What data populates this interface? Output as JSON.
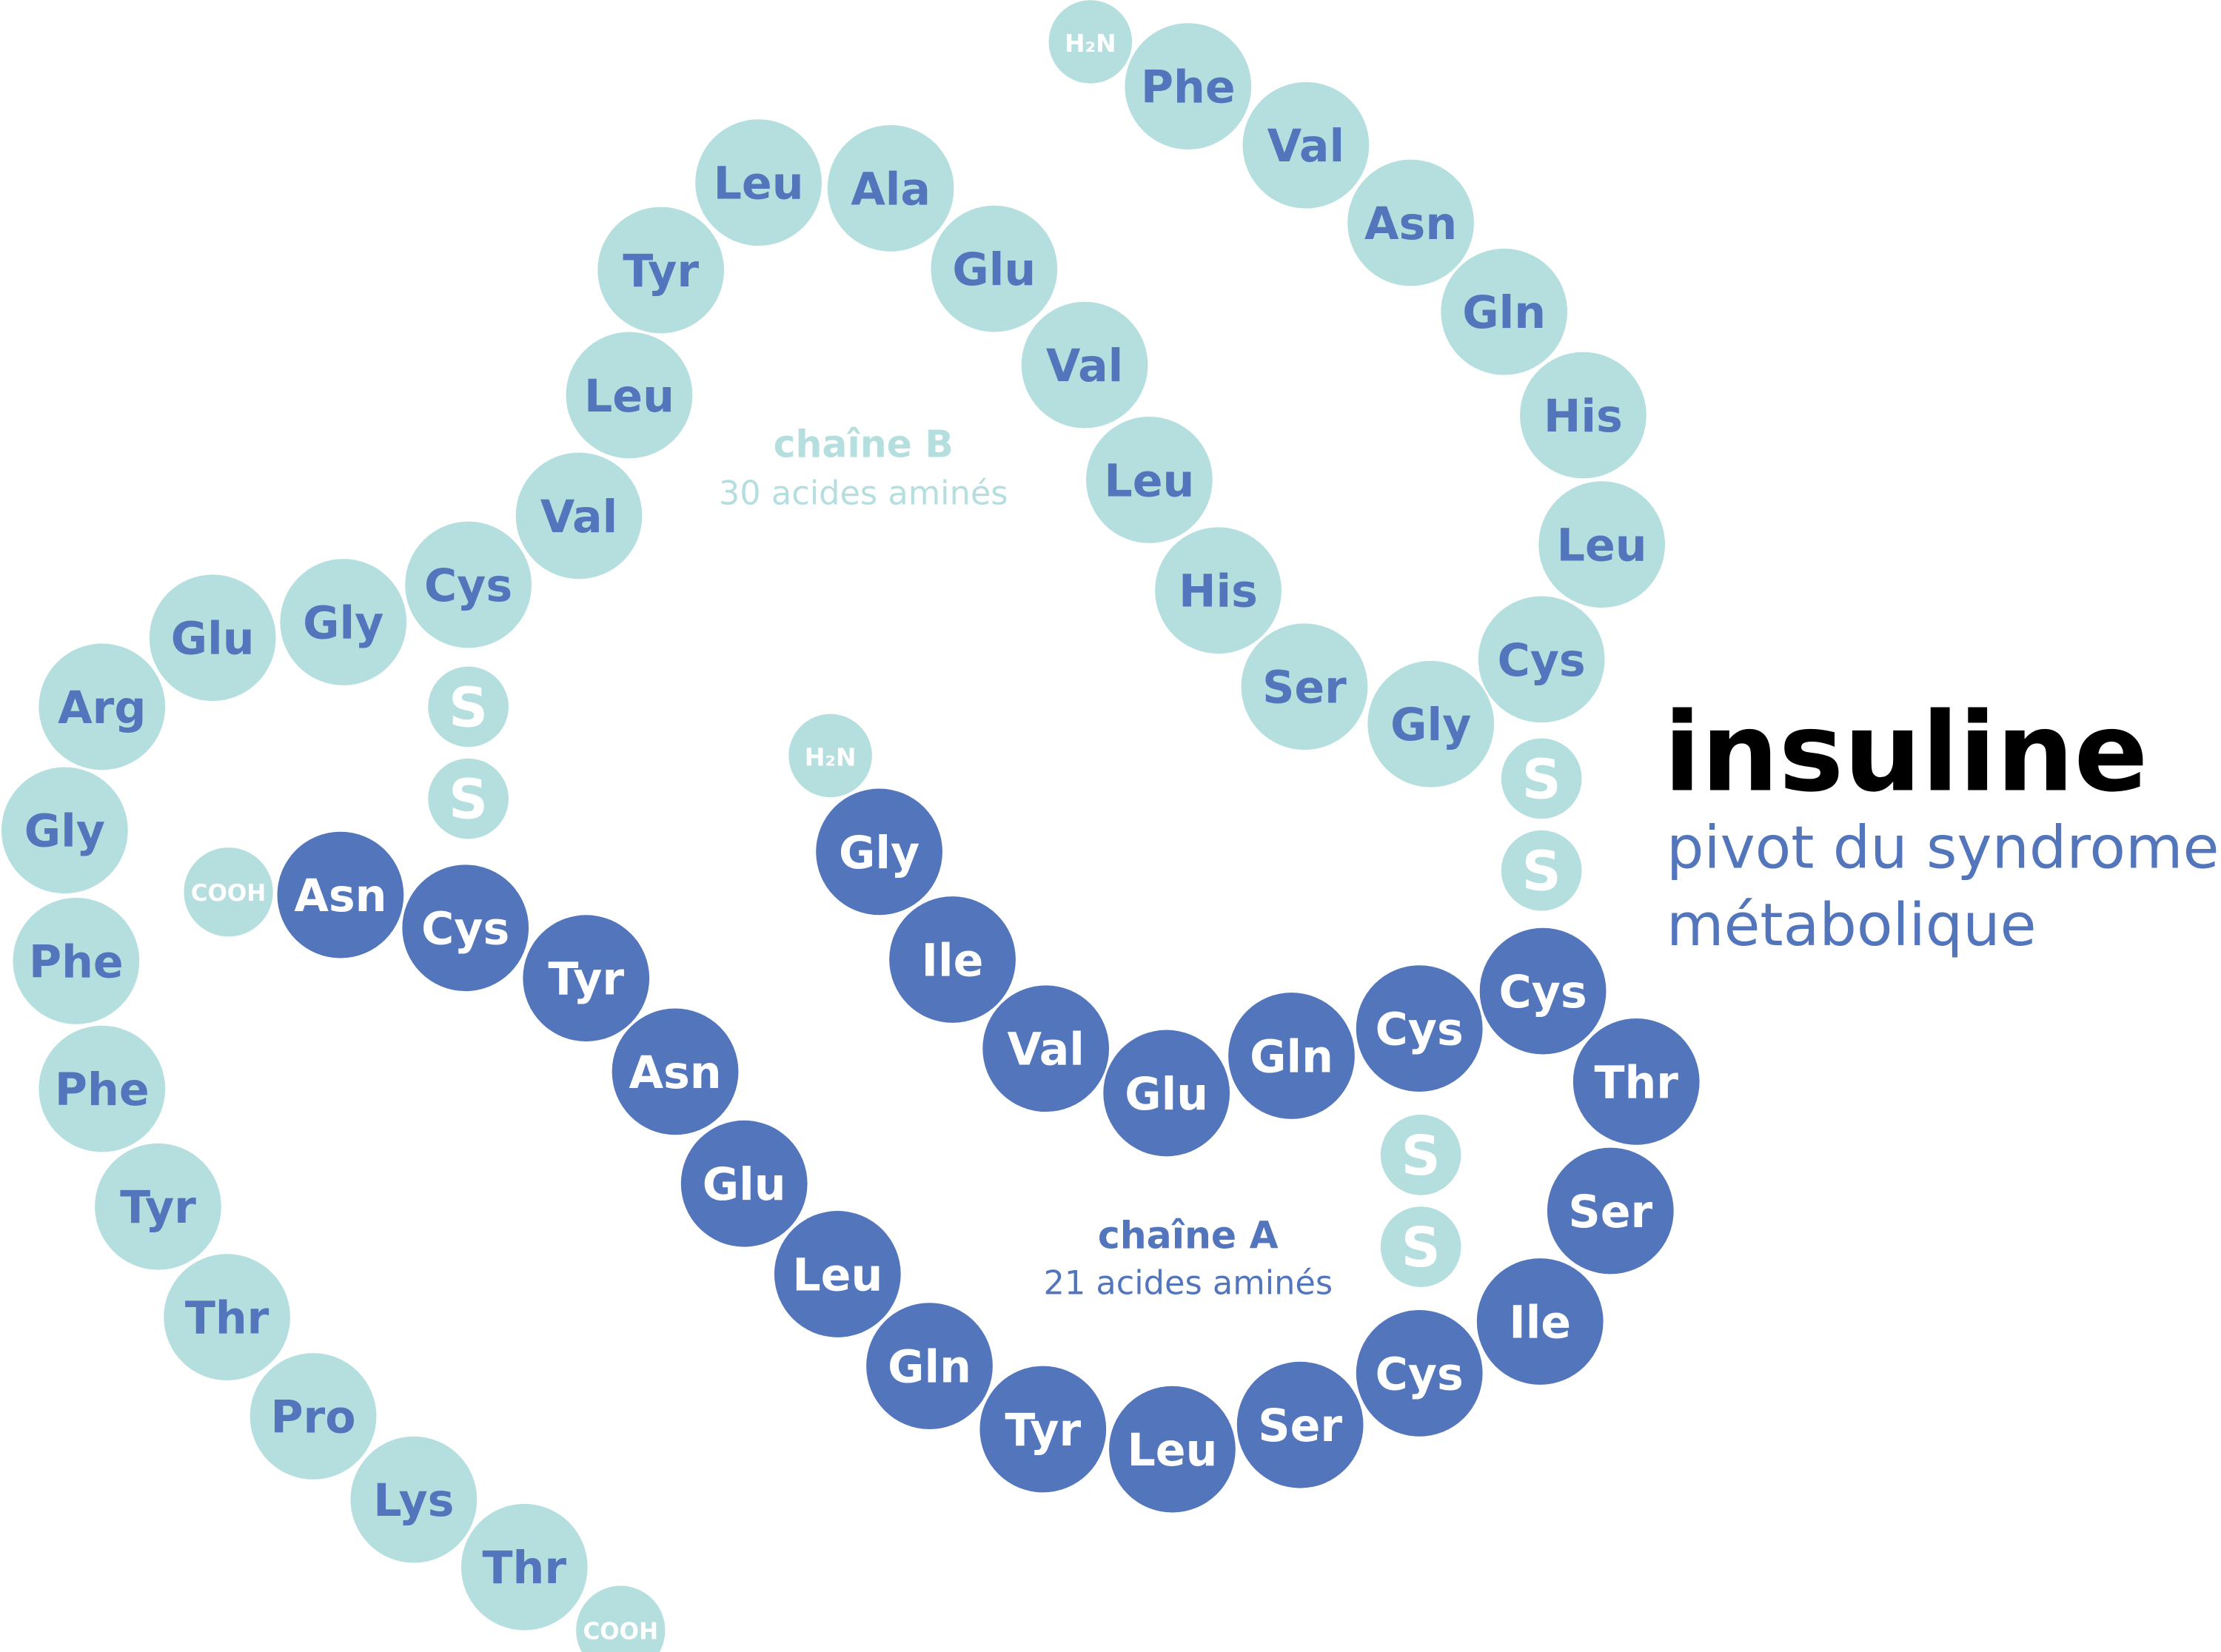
{
  "title": "insuline",
  "subtitle_line1": "pivot du syndrome",
  "subtitle_line2": "métabolique",
  "colors": {
    "light": "#b5dfdf",
    "dark": "#5275bb",
    "white": "#ffffff"
  },
  "chain_b": {
    "label": "chaîne B",
    "count_label": "30 acides aminés",
    "n_terminus": "H₂N",
    "c_terminus": "COOH",
    "residues": [
      "Phe",
      "Val",
      "Asn",
      "Gln",
      "His",
      "Leu",
      "Cys",
      "Gly",
      "Ser",
      "His",
      "Leu",
      "Val",
      "Glu",
      "Ala",
      "Leu",
      "Tyr",
      "Leu",
      "Val",
      "Cys",
      "Gly",
      "Glu",
      "Arg",
      "Gly",
      "Phe",
      "Phe",
      "Tyr",
      "Thr",
      "Pro",
      "Lys",
      "Thr"
    ]
  },
  "chain_a": {
    "label": "chaîne A",
    "count_label": "21 acides aminés",
    "n_terminus": "H₂N",
    "c_terminus": "COOH",
    "residues": [
      "Gly",
      "Ile",
      "Val",
      "Glu",
      "Gln",
      "Cys",
      "Cys",
      "Thr",
      "Ser",
      "Ile",
      "Cys",
      "Ser",
      "Leu",
      "Tyr",
      "Gln",
      "Leu",
      "Glu",
      "Asn",
      "Tyr",
      "Cys",
      "Asn"
    ]
  },
  "disulfide_bonds": [
    {
      "label": [
        "S",
        "S"
      ]
    },
    {
      "label": [
        "S",
        "S"
      ]
    },
    {
      "label": [
        "S",
        "S"
      ]
    }
  ]
}
